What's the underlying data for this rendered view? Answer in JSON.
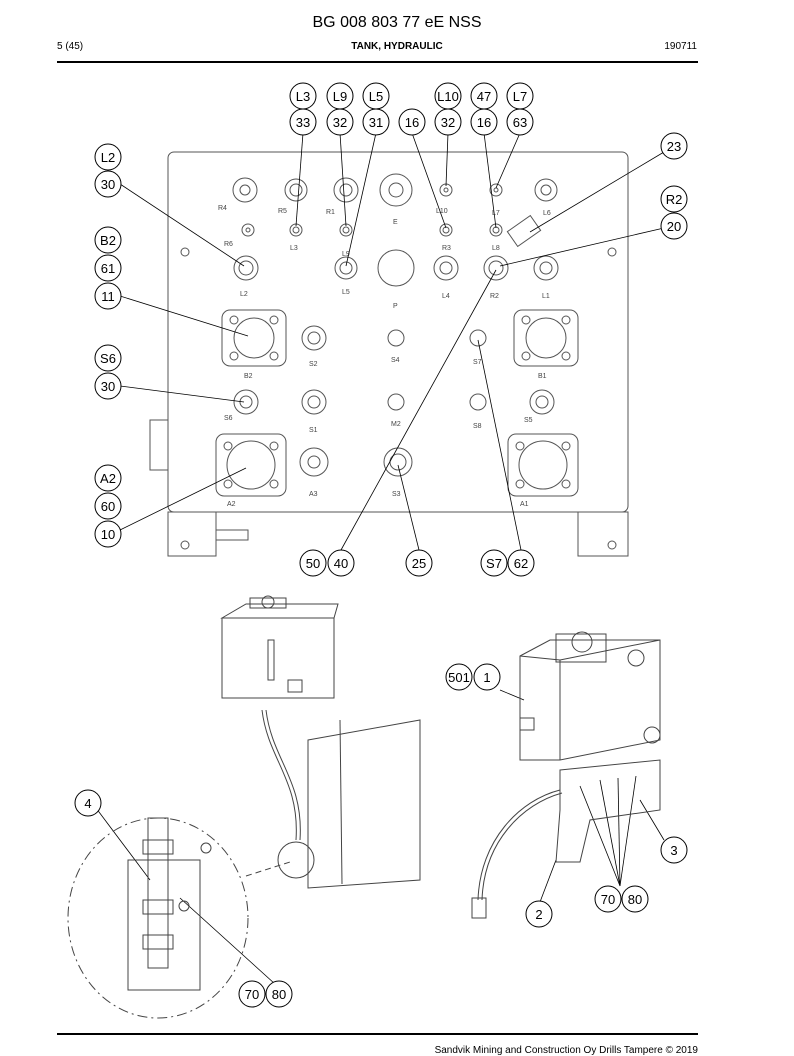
{
  "header": {
    "doc_id": "BG 008 803 77 eE NSS",
    "page": "5 (45)",
    "subtitle": "TANK, HYDRAULIC",
    "date": "190711"
  },
  "footer": {
    "copyright": "Sandvik Mining and Construction Oy Drills Tampere © 2019"
  },
  "callouts": {
    "top": [
      "L3",
      "L9",
      "L5",
      "L10",
      "47",
      "L7",
      "33",
      "32",
      "31",
      "16",
      "32",
      "16",
      "63",
      "23",
      "R2",
      "20"
    ],
    "left": [
      "L2",
      "30",
      "B2",
      "61",
      "11",
      "S6",
      "30",
      "A2",
      "60",
      "10"
    ],
    "bottom": [
      "50",
      "40",
      "25",
      "S7",
      "62"
    ],
    "lower": [
      "501",
      "1",
      "4",
      "3",
      "70",
      "80",
      "2",
      "70",
      "80"
    ]
  },
  "port_labels": [
    "R4",
    "R5",
    "R1",
    "E",
    "L10",
    "L7",
    "L6",
    "R6",
    "L3",
    "L9",
    "R3",
    "L8",
    "L2",
    "L5",
    "P",
    "L4",
    "R2",
    "L1",
    "B2",
    "S2",
    "S4",
    "S7",
    "B1",
    "S6",
    "S1",
    "M2",
    "S8",
    "S5",
    "A2",
    "A3",
    "S3",
    "A1"
  ]
}
